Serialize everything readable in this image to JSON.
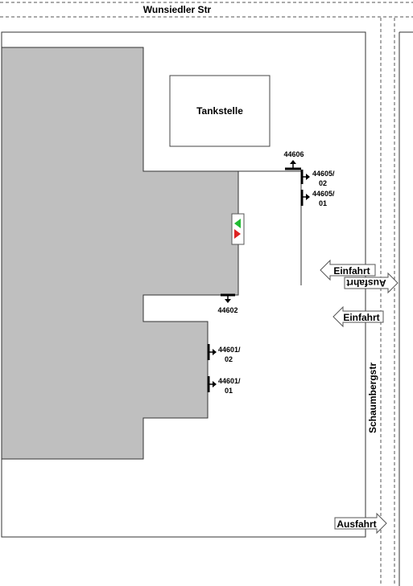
{
  "streets": {
    "top": "Wunsiedler Str",
    "right": "Schaumbergstr"
  },
  "building": {
    "tankstelle": "Tankstelle"
  },
  "doors": [
    {
      "id": "d44606",
      "label": "44606"
    },
    {
      "id": "d44605_02",
      "line1": "44605/",
      "line2": "02"
    },
    {
      "id": "d44605_01",
      "line1": "44605/",
      "line2": "01"
    },
    {
      "id": "d44602",
      "label": "44602"
    },
    {
      "id": "d44601_02",
      "line1": "44601/",
      "line2": "02"
    },
    {
      "id": "d44601_01",
      "line1": "44601/",
      "line2": "01"
    }
  ],
  "arrows": {
    "einfahrt_upper": "Einfahrt",
    "ausfahrt_upper": "Ausfahrt",
    "einfahrt_lower": "Einfahrt",
    "ausfahrt_bottom": "Ausfahrt"
  },
  "colors": {
    "building_fill": "#bfbfbf",
    "indicator_green": "#22bb33",
    "indicator_red": "#dd2222"
  }
}
